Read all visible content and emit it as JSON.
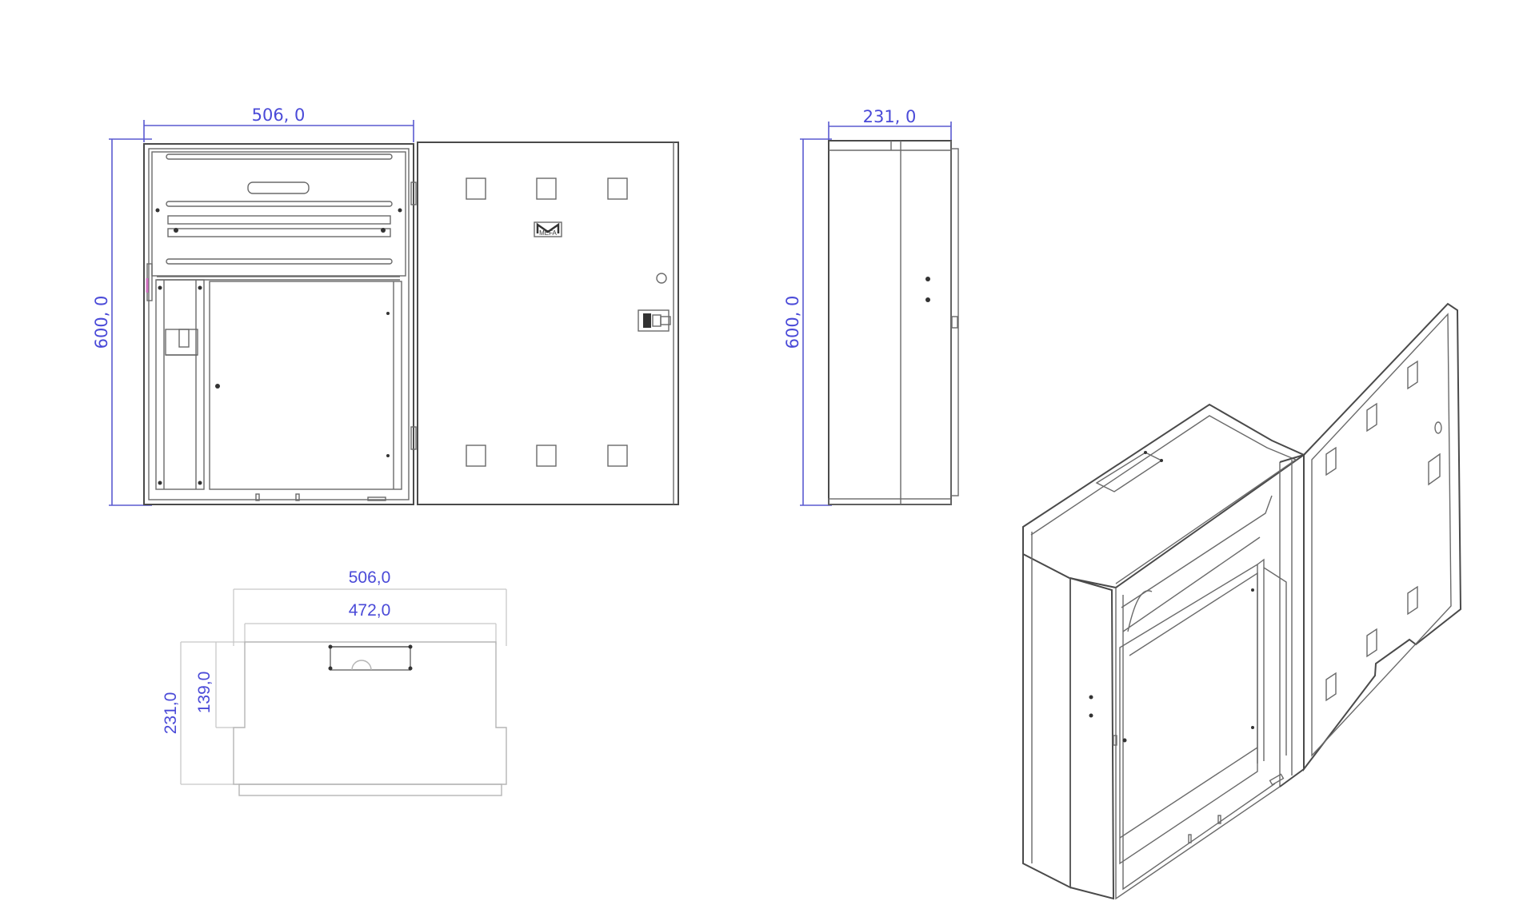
{
  "dimensions": {
    "front_width": "506, 0",
    "front_height": "600, 0",
    "side_depth": "231, 0",
    "side_height": "600, 0",
    "top_outer_width": "506,0",
    "top_inner_width": "472,0",
    "top_total_depth": "231,0",
    "top_inner_depth": "139,0"
  },
  "logo": {
    "mark": "M",
    "subtext": "MEFA"
  },
  "colors": {
    "dimension": "#4a4ad8",
    "outline": "#4a4a4a",
    "construction": "#b5b5b5"
  }
}
